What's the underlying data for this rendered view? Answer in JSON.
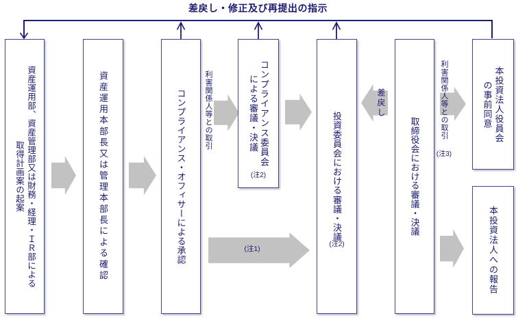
{
  "title": "差戻し・修正及び再提出の指示",
  "colors": {
    "text_navy": "#1b1b70",
    "box_border": "#43438a",
    "arrow_gray": "#c2c2c2"
  },
  "boxes": {
    "plan_draft": {
      "label": "資産運用部、資産管理部又は財務・経理・ＩＲ部による\n取得計画案の起案"
    },
    "hq_head_check": {
      "label": "資産運用本部長又は管理本部長による確認"
    },
    "compliance_officer": {
      "label": "コンプライアンス・オフィサーによる承認"
    },
    "compliance_committee": {
      "label": "コンプライアンス委員会\nによる審議・決議",
      "note": "(注2)"
    },
    "investment_committee": {
      "label": "投資委員会における審議・決議",
      "note": "(注2)"
    },
    "board_of_directors": {
      "label": "取締役会における審議・決議"
    },
    "inv_corp_officers_consent": {
      "label": "本投資法人役員会\nの事前同意"
    },
    "inv_corp_report": {
      "label": "本投資法人への報告"
    }
  },
  "labels": {
    "related_party_transaction_left": "利害関係人等との取引",
    "related_party_transaction_right": "利害関係人等との取引",
    "note3": "(注3)",
    "remand": "差戻し",
    "note1": "(注1)"
  }
}
